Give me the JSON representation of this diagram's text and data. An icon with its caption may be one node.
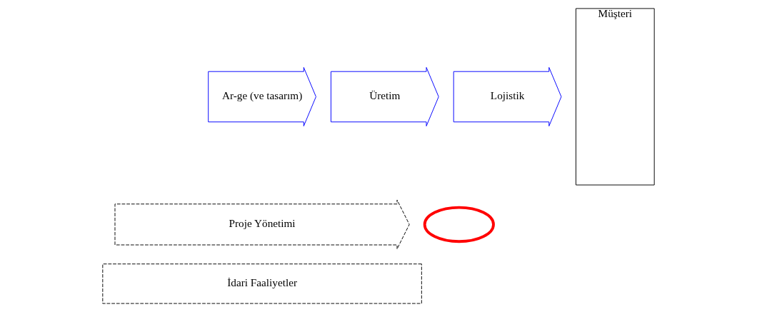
{
  "diagram": {
    "nodes": [
      {
        "text": [
          "Ar-ge (ve tasarım)"
        ]
      },
      {
        "text": [
          "Üretim"
        ]
      },
      {
        "text": [
          "Lojistik"
        ]
      },
      {
        "text": [
          "Müşteri"
        ]
      },
      {
        "text": [],
        "shape": "ellipse"
      },
      {
        "text": [
          "Proje Yönetimi"
        ]
      },
      {
        "text": [
          "İdari Faaliyetler"
        ]
      }
    ]
  }
}
